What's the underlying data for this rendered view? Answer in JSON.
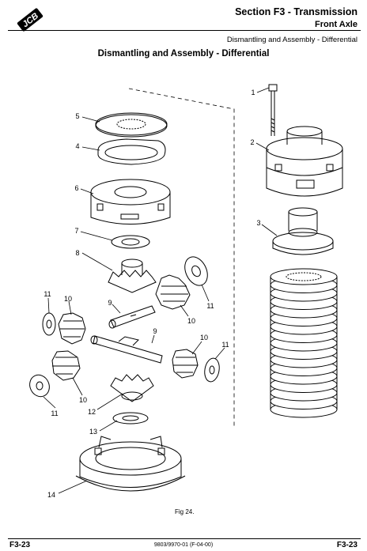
{
  "header": {
    "logo_text": "JCB",
    "section_title": "Section F3 - Transmission",
    "section_subtitle": "Front Axle",
    "running_head": "Dismantling and Assembly - Differential"
  },
  "page_heading": "Dismantling and Assembly - Differential",
  "figure": {
    "caption": "Fig 24.",
    "callouts": [
      "1",
      "2",
      "3",
      "4",
      "5",
      "6",
      "7",
      "8",
      "9",
      "9",
      "10",
      "10",
      "10",
      "10",
      "11",
      "11",
      "11",
      "11",
      "12",
      "13",
      "14"
    ]
  },
  "footer": {
    "page_left": "F3-23",
    "doc_ref": "9803/9970-01 (F-04-00)",
    "page_right": "F3-23"
  }
}
